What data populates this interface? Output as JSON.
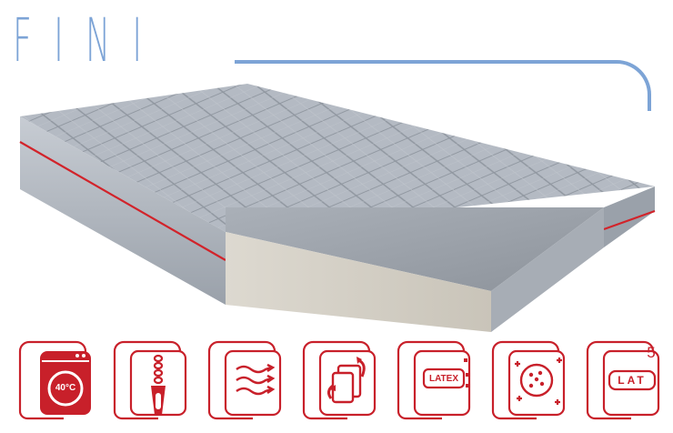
{
  "brand": {
    "title": "FINI",
    "accent": "#7da4d6"
  },
  "product": {
    "stripe_color": "#d2232a",
    "cover_color": "#a9b0b9",
    "core_color": "#d9d5cc"
  },
  "icons": [
    {
      "name": "washing-machine-icon",
      "text": "40°C"
    },
    {
      "name": "zipper-icon",
      "text": ""
    },
    {
      "name": "breathable-airflow-icon",
      "text": ""
    },
    {
      "name": "reversible-mattress-icon",
      "text": ""
    },
    {
      "name": "latex-icon",
      "text": "LATEX"
    },
    {
      "name": "anti-allergic-icon",
      "text": ""
    },
    {
      "name": "warranty-icon",
      "text": "LAT",
      "number": "5"
    }
  ],
  "icon_color": "#c8202a"
}
